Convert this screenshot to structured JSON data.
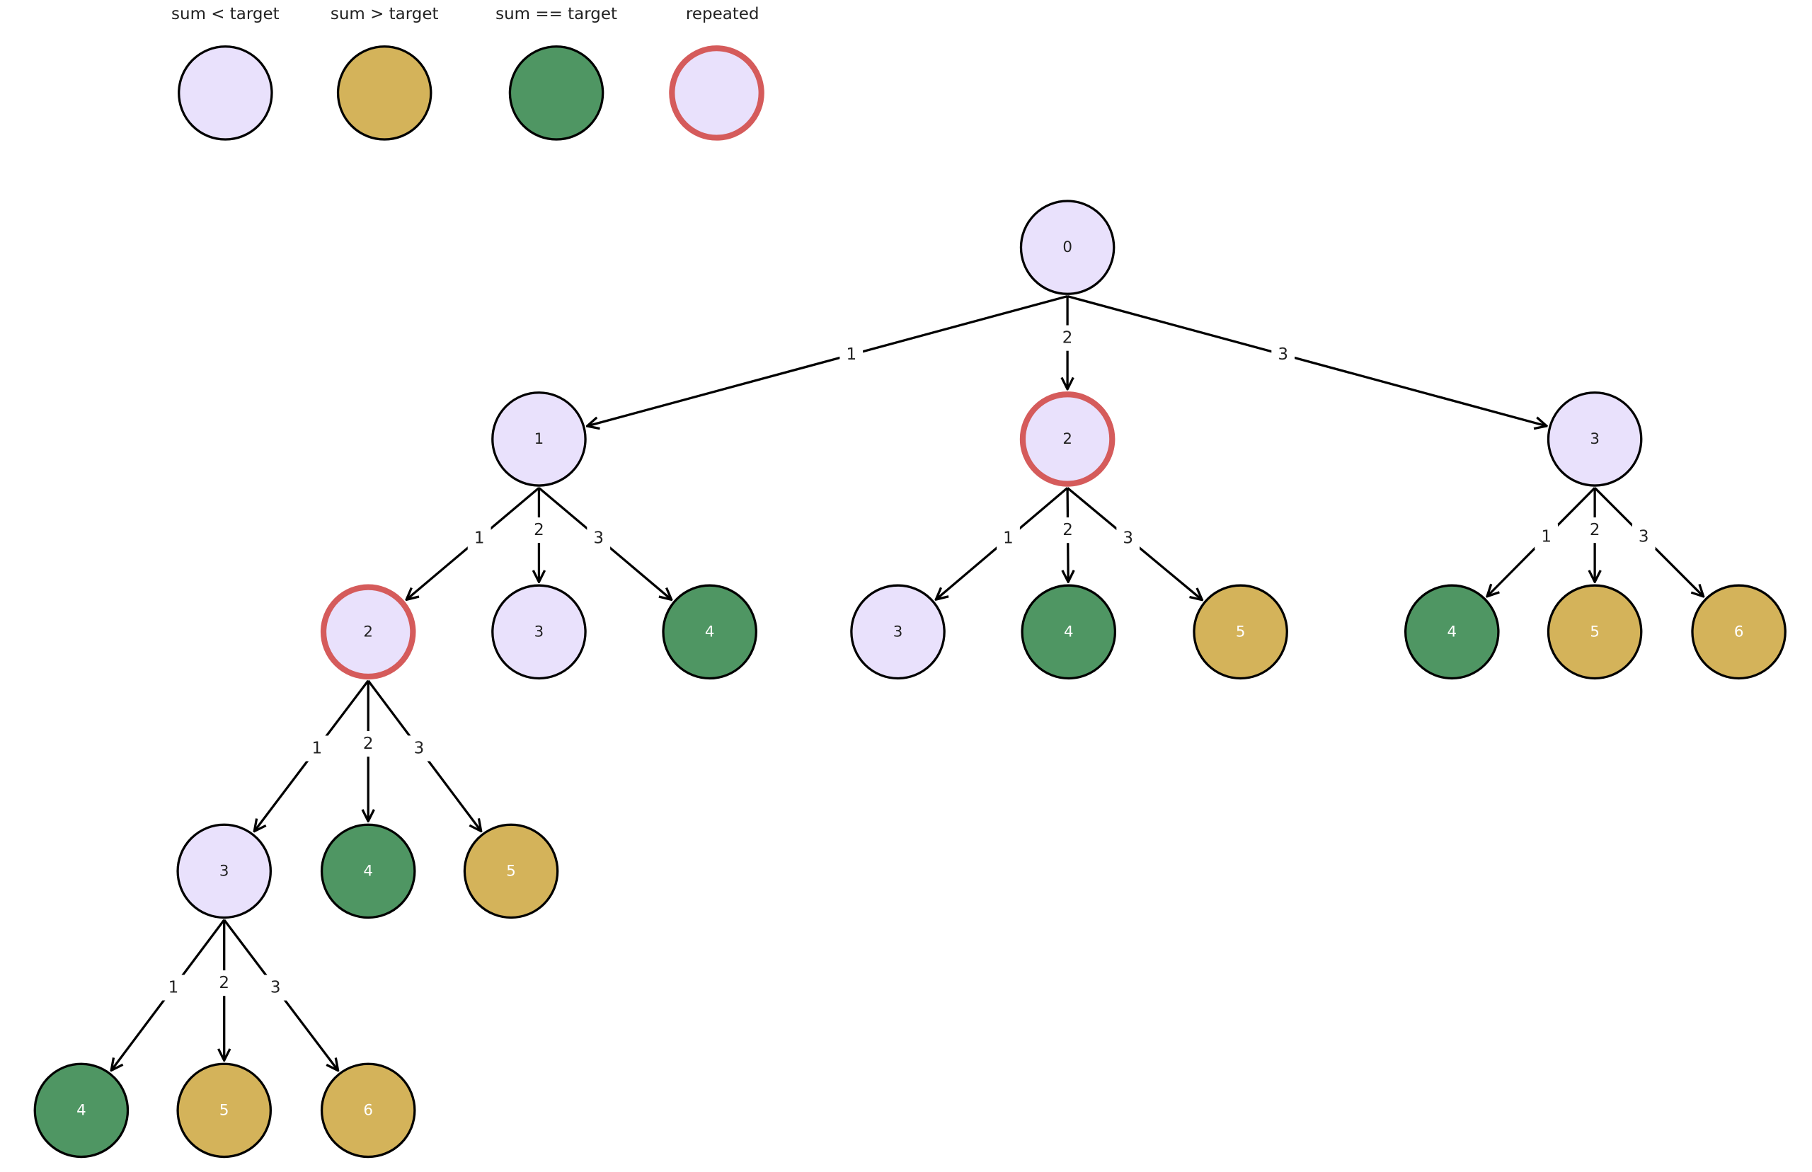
{
  "legend": [
    {
      "label": "sum < target",
      "state": "less"
    },
    {
      "label": "sum > target",
      "state": "greater"
    },
    {
      "label": "sum == target",
      "state": "equal"
    },
    {
      "label": "repeated",
      "state": "repeated"
    }
  ],
  "colors": {
    "less": "#e9e1fc",
    "greater": "#d4b35a",
    "equal": "#4f9663",
    "repeated_stroke": "#d55b5b",
    "stroke": "#000000"
  },
  "nodes": [
    {
      "id": "n0",
      "value": "0",
      "state": "less",
      "parent": null,
      "edge": null
    },
    {
      "id": "n1",
      "value": "1",
      "state": "less",
      "parent": "n0",
      "edge": "1"
    },
    {
      "id": "n2",
      "value": "2",
      "state": "repeated",
      "parent": "n0",
      "edge": "2"
    },
    {
      "id": "n3",
      "value": "3",
      "state": "less",
      "parent": "n0",
      "edge": "3"
    },
    {
      "id": "n11",
      "value": "2",
      "state": "repeated",
      "parent": "n1",
      "edge": "1"
    },
    {
      "id": "n12",
      "value": "3",
      "state": "less",
      "parent": "n1",
      "edge": "2"
    },
    {
      "id": "n13",
      "value": "4",
      "state": "equal",
      "parent": "n1",
      "edge": "3"
    },
    {
      "id": "n21",
      "value": "3",
      "state": "less",
      "parent": "n2",
      "edge": "1"
    },
    {
      "id": "n22",
      "value": "4",
      "state": "equal",
      "parent": "n2",
      "edge": "2"
    },
    {
      "id": "n23",
      "value": "5",
      "state": "greater",
      "parent": "n2",
      "edge": "3"
    },
    {
      "id": "n31",
      "value": "4",
      "state": "equal",
      "parent": "n3",
      "edge": "1"
    },
    {
      "id": "n32",
      "value": "5",
      "state": "greater",
      "parent": "n3",
      "edge": "2"
    },
    {
      "id": "n33",
      "value": "6",
      "state": "greater",
      "parent": "n3",
      "edge": "3"
    },
    {
      "id": "n111",
      "value": "3",
      "state": "less",
      "parent": "n11",
      "edge": "1"
    },
    {
      "id": "n112",
      "value": "4",
      "state": "equal",
      "parent": "n11",
      "edge": "2"
    },
    {
      "id": "n113",
      "value": "5",
      "state": "greater",
      "parent": "n11",
      "edge": "3"
    },
    {
      "id": "n1111",
      "value": "4",
      "state": "equal",
      "parent": "n111",
      "edge": "1"
    },
    {
      "id": "n1112",
      "value": "5",
      "state": "greater",
      "parent": "n111",
      "edge": "2"
    },
    {
      "id": "n1113",
      "value": "6",
      "state": "greater",
      "parent": "n111",
      "edge": "3"
    }
  ]
}
